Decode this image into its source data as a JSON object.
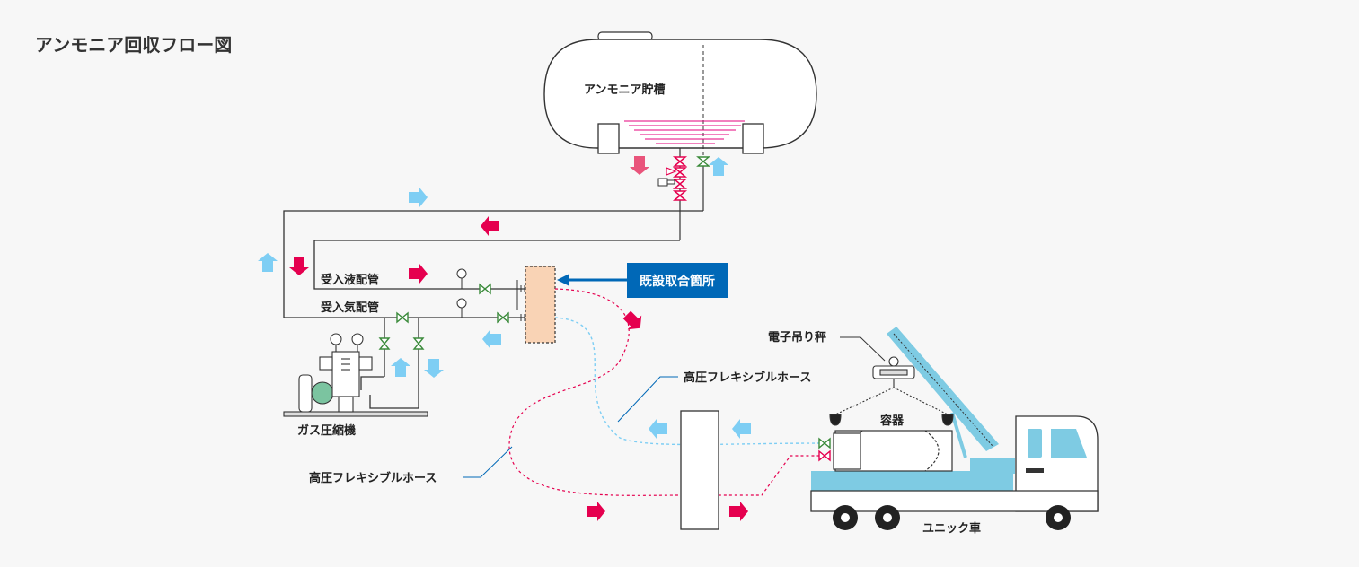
{
  "title": "アンモニア回収フロー図",
  "labels": {
    "tank": "アンモニア貯槽",
    "liquid_pipe": "受入液配管",
    "gas_pipe": "受入気配管",
    "existing_point": "既設取合箇所",
    "compressor": "ガス圧縮機",
    "scale": "電子吊り秤",
    "hose_upper": "高圧フレキシブルホース",
    "hose_lower": "高圧フレキシブルホース",
    "container": "容器",
    "truck": "ユニック車"
  },
  "colors": {
    "liquid_arrow": "#e5004f",
    "gas_arrow": "#7ecef4",
    "callout": "#0068b7",
    "junction_fill": "#f9d3b5",
    "truck": "#7ecbe3",
    "line": "#333333"
  }
}
